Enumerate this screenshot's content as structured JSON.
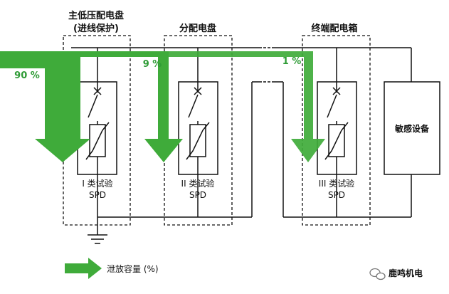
{
  "panels": {
    "main": {
      "title_line1": "主低压配电盘",
      "title_line2": "(进线保护)",
      "spd_line1": "I 类试验",
      "spd_line2": "SPD"
    },
    "distribution": {
      "title": "分配电盘",
      "spd_line1": "II 类试验",
      "spd_line2": "SPD"
    },
    "terminal": {
      "title": "终端配电箱",
      "spd_line1": "III 类试验",
      "spd_line2": "SPD"
    }
  },
  "equipment": {
    "label": "敏感设备"
  },
  "flows": {
    "main_pct": "90 %",
    "distribution_pct": "9 %",
    "terminal_pct": "1 %"
  },
  "legend": {
    "label": "泄放容量 (%)"
  },
  "watermark": {
    "text": "鹿鸣机电",
    "icon": "wechat-icon"
  },
  "colors": {
    "flow_green": "#3fab3a",
    "line": "#111111"
  }
}
